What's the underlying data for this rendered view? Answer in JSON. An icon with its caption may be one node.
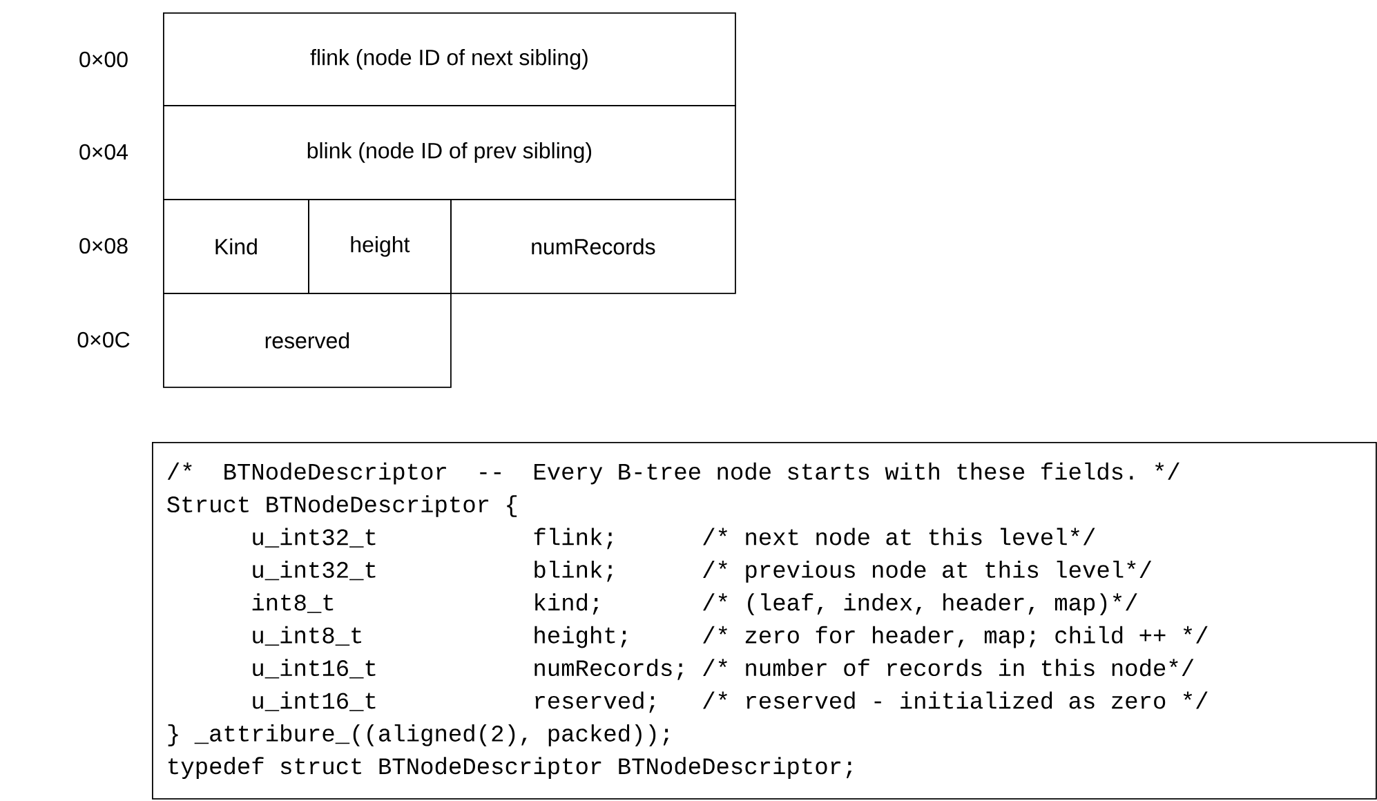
{
  "diagram": {
    "nodes": [
      {
        "text": [
          "flink (node ID of next sibling)"
        ]
      },
      {
        "text": [
          "blink (node ID of prev sibling)"
        ]
      },
      {
        "text": [
          "Kind"
        ]
      },
      {
        "text": [
          "height"
        ]
      },
      {
        "text": [
          "numRecords"
        ]
      },
      {
        "text": [
          "reserved"
        ]
      },
      {
        "text": [
          "/*  BTNodeDescriptor  --  Every B-tree node starts with these fields. */",
          "Struct BTNodeDescriptor {",
          "      u_int32_t           flink;      /* next node at this level*/",
          "      u_int32_t           blink;      /* previous node at this level*/",
          "      int8_t              kind;       /* (leaf, index, header, map)*/",
          "      u_int8_t            height;     /* zero for header, map; child ++ */",
          "      u_int16_t           numRecords; /* number of records in this node*/",
          "      u_int16_t           reserved;   /* reserved - initialized as zero */",
          "} _attribure_((aligned(2), packed));",
          "typedef struct BTNodeDescriptor BTNodeDescriptor;"
        ]
      }
    ],
    "labels": [
      "0×00",
      "0×04",
      "0×08",
      "0×0C"
    ]
  }
}
